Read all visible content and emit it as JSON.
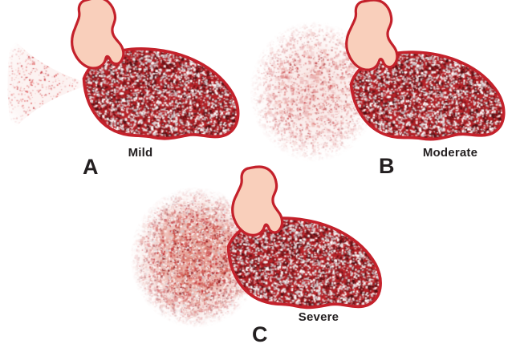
{
  "figure": {
    "description": "Three-panel medical illustration of effusion severity",
    "panels": [
      {
        "letter": "A",
        "caption": "Mild"
      },
      {
        "letter": "B",
        "caption": "Moderate"
      },
      {
        "letter": "C",
        "caption": "Severe"
      }
    ],
    "colors": {
      "background": "#ffffff",
      "outline_red": "#c4212b",
      "organ_base_red": "#b22026",
      "heart_fill_pink": "#f9cfbb",
      "speckle_dark_maroon": "#4f1014",
      "speckle_bright_red": "#c1272d",
      "speckle_white": "#ffffff",
      "speckle_gray": "#cfc8cc",
      "effusion_red": "#c1272d",
      "label_text": "#231f20"
    },
    "textures": {
      "organ": {
        "passes": [
          {
            "density": 0.52,
            "min": 1,
            "max": 3,
            "alphaMin": 0.85,
            "alphaMax": 1,
            "palette": [
              [
                "#4f1014",
                0.38
              ],
              [
                "#c1272d",
                0.24
              ],
              [
                "#7e161b",
                0.38
              ]
            ]
          },
          {
            "density": 0.36,
            "min": 1,
            "max": 2.7,
            "alphaMin": 0.8,
            "alphaMax": 1,
            "palette": [
              [
                "#ffffff",
                0.6
              ],
              [
                "#cfc8cc",
                0.4
              ]
            ]
          }
        ]
      },
      "cloud_moderate": {
        "passes": [
          {
            "density": 0.32,
            "min": 2,
            "max": 5,
            "alphaMin": 0.07,
            "alphaMax": 0.28,
            "palette": [
              [
                "#c1272d",
                0.6
              ],
              [
                "#d96055",
                0.4
              ]
            ]
          },
          {
            "density": 0.17,
            "min": 1,
            "max": 2.4,
            "alphaMin": 0.22,
            "alphaMax": 0.6,
            "palette": [
              [
                "#c1272d",
                0.55
              ],
              [
                "#9c1b20",
                0.25
              ],
              [
                "#e2837b",
                0.2
              ]
            ]
          }
        ]
      },
      "cloud_severe": {
        "passes": [
          {
            "density": 0.5,
            "min": 2,
            "max": 5,
            "alphaMin": 0.15,
            "alphaMax": 0.5,
            "palette": [
              [
                "#c0392b",
                0.5
              ],
              [
                "#c1272d",
                0.3
              ],
              [
                "#e2695a",
                0.2
              ]
            ]
          },
          {
            "density": 0.4,
            "min": 1,
            "max": 2.6,
            "alphaMin": 0.5,
            "alphaMax": 0.9,
            "palette": [
              [
                "#ffffff",
                0.44
              ],
              [
                "#d4cdd1",
                0.2
              ],
              [
                "#c1272d",
                0.23
              ],
              [
                "#8d1b21",
                0.13
              ]
            ]
          }
        ]
      },
      "spray_mild": {
        "passes": [
          {
            "density": 0.11,
            "min": 1,
            "max": 2.2,
            "alphaMin": 0.2,
            "alphaMax": 0.8,
            "palette": [
              [
                "#e05a5a",
                0.45
              ],
              [
                "#c1272d",
                0.4
              ],
              [
                "#f0a8a4",
                0.15
              ]
            ]
          }
        ]
      }
    }
  }
}
